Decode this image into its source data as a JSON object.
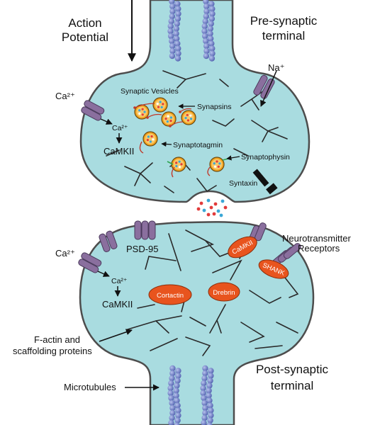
{
  "labels": {
    "action_potential_1": "Action",
    "action_potential_2": "Potential",
    "pre_synaptic_1": "Pre-synaptic",
    "pre_synaptic_2": "terminal",
    "na_plus": "Na⁺",
    "ca_pre": "Ca²⁺",
    "ca_pre_inner": "Ca²⁺",
    "camkii_pre": "CaMKII",
    "synaptic_vesicles": "Synaptic Vesicles",
    "synapsins": "Synapsins",
    "synaptotagmin": "Synaptotagmin",
    "synaptophysin": "Synaptophysin",
    "syntaxin": "Syntaxin",
    "ca_post": "Ca²⁺",
    "ca_post_inner": "Ca²⁺",
    "camkii_post": "CaMKII",
    "psd95": "PSD-95",
    "neurotransmitter_1": "Neurotransmitter",
    "neurotransmitter_2": "Receptors",
    "camkii_enzyme": "CaMKII",
    "shank": "SHANK",
    "cortactin": "Cortactin",
    "drebrin": "Drebrin",
    "factin_1": "F-actin and",
    "factin_2": "scaffolding proteins",
    "microtubules": "Microtubules",
    "post_synaptic_1": "Post-synaptic",
    "post_synaptic_2": "terminal"
  },
  "colors": {
    "cytoplasm": "#a9dce0",
    "membrane": "#4d4d4d",
    "microtubule": "#6f7fc4",
    "channel": "#8a6f9e",
    "vesicle": "#f2a21d",
    "enzyme": "#e8541e",
    "actin": "#2a2a2a"
  }
}
